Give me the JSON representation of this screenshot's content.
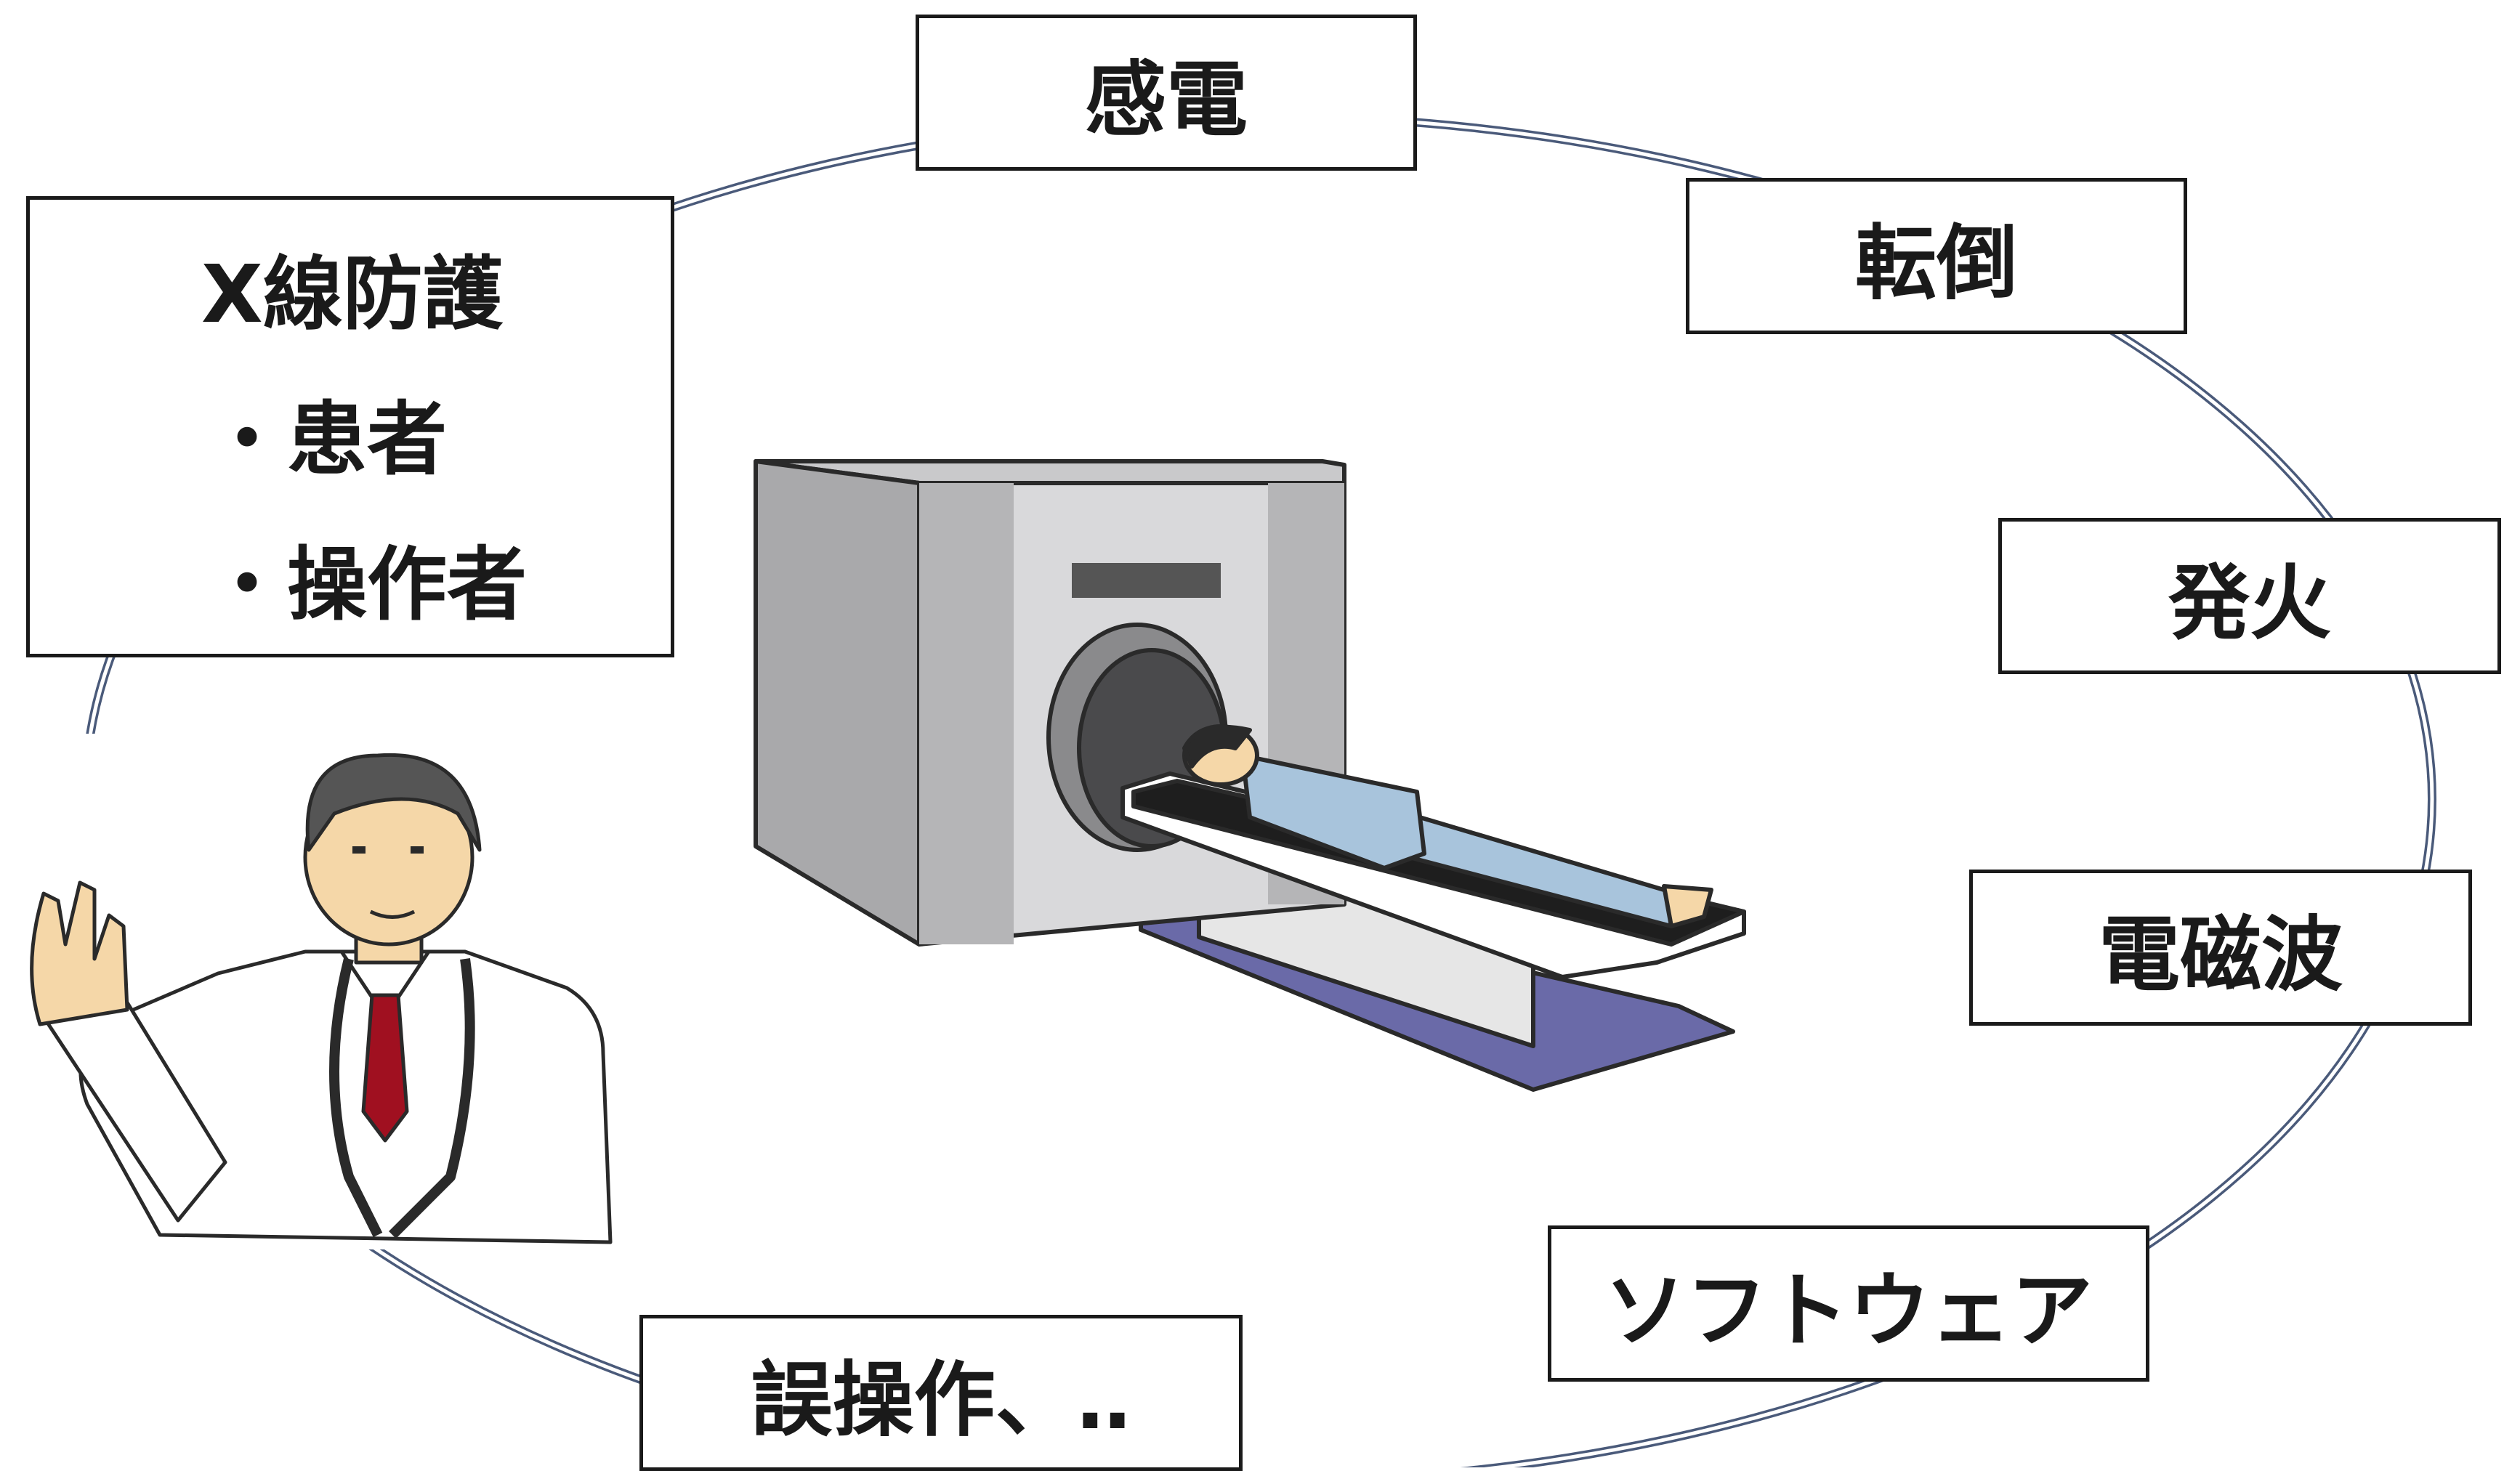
{
  "xray_box": {
    "title": "X線防護",
    "items": [
      "・患者",
      "・操作者"
    ]
  },
  "hazards": {
    "shock": "感電",
    "fall": "転倒",
    "fire": "発火",
    "em_wave": "電磁波",
    "software": "ソフトウェア",
    "misoperation": "誤操作、‥"
  },
  "colors": {
    "loop_line": "#4a5a7a",
    "box_border": "#1a1a1a",
    "gantry_side": "#a9a9ab",
    "gantry_front": "#d9d9db",
    "bed_base": "#6a6aa8",
    "gown": "#a8c4dc",
    "tie": "#a01020",
    "skin": "#f5d7a8"
  }
}
